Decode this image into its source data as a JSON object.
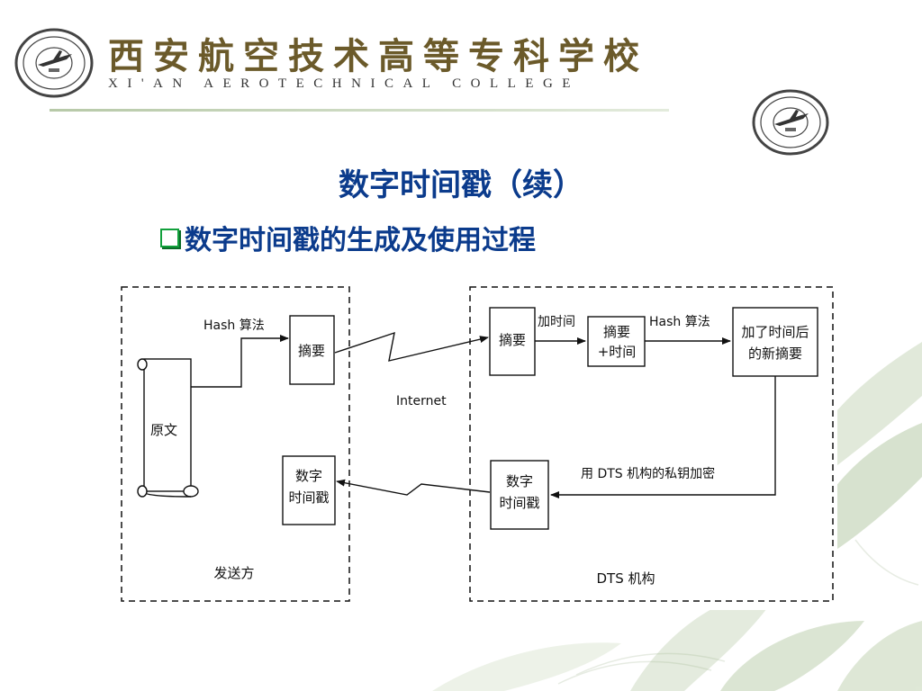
{
  "header": {
    "college_name_cn": "西安航空技术高等专科学校",
    "college_name_en": "XI'AN AEROTECHNICAL COLLEGE"
  },
  "slide": {
    "title": "数字时间戳（续）",
    "bullet": "数字时间戳的生成及使用过程"
  },
  "diagram": {
    "sender_region_label": "发送方",
    "dts_region_label": "DTS 机构",
    "original_doc_label": "原文",
    "hash_label_1": "Hash 算法",
    "digest_label": "摘要",
    "internet_label": "Internet",
    "dts_digest_label": "摘要",
    "add_time_label": "加时间",
    "digest_time_line1": "摘要",
    "digest_time_line2": "+时间",
    "hash_label_2": "Hash 算法",
    "new_digest_line1": "加了时间后",
    "new_digest_line2": "的新摘要",
    "encrypt_label": "用 DTS 机构的私钥加密",
    "dts_timestamp_line1": "数字",
    "dts_timestamp_line2": "时间戳",
    "sender_timestamp_line1": "数字",
    "sender_timestamp_line2": "时间戳"
  },
  "colors": {
    "title_blue": "#0b3b8c",
    "bullet_green": "#12a03c",
    "logo_brown": "#6b5a2a"
  }
}
